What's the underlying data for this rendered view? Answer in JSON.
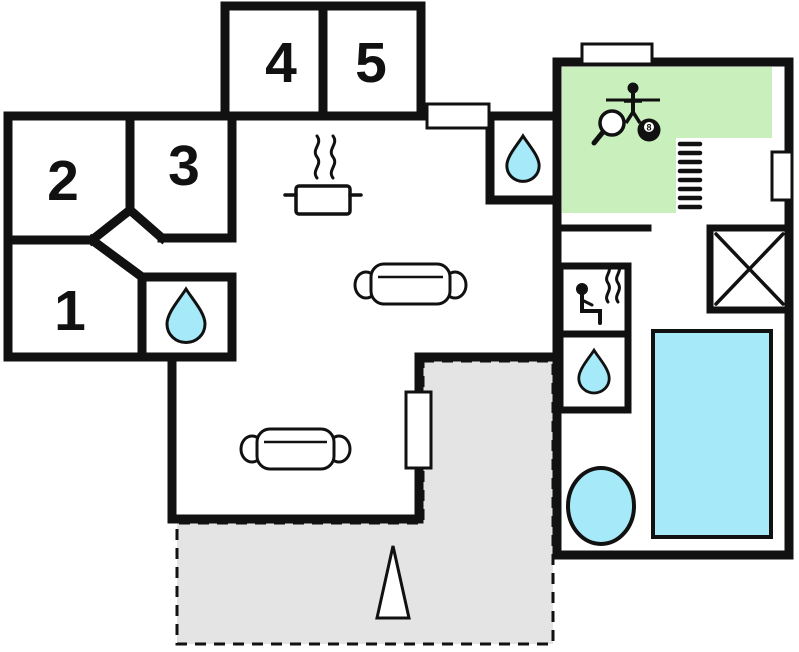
{
  "floorplan": {
    "room_labels": [
      "1",
      "2",
      "3",
      "4",
      "5"
    ],
    "billiard_ball_number": "8",
    "colors": {
      "wall": "#111111",
      "water": "#a6e9f8",
      "activity_area": "#c9f0bc",
      "terrace": "#e4e4e4",
      "background": "#ffffff"
    },
    "icons": [
      "water-drop-icon",
      "stove-icon",
      "sofa-icon",
      "sauna-icon",
      "stairs-icon",
      "table-tennis-paddle-icon",
      "foosball-player-icon",
      "billiard-ball-icon",
      "swimming-pool",
      "bathtub",
      "cross-mark-icon",
      "triangle-marker-icon",
      "window"
    ]
  }
}
